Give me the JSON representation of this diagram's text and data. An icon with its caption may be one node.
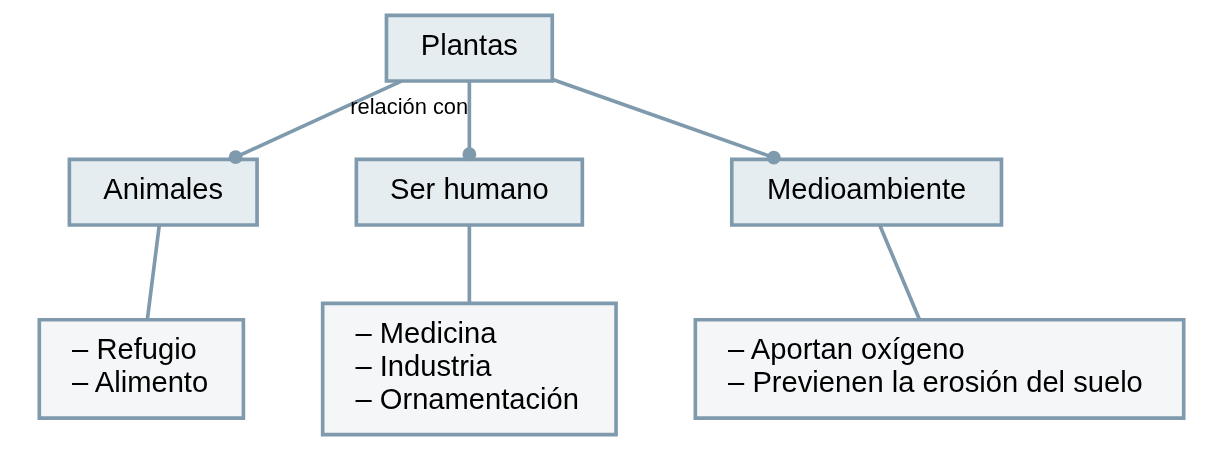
{
  "diagram": {
    "nodes": [
      {
        "text": [
          "Plantas"
        ]
      },
      {
        "text": [
          "Animales"
        ]
      },
      {
        "text": [
          "Ser humano"
        ]
      },
      {
        "text": [
          "Medioambiente"
        ]
      },
      {
        "text": [
          "– Refugio",
          "– Alimento"
        ]
      },
      {
        "text": [
          "– Medicina",
          "– Industria",
          "– Ornamentación"
        ]
      },
      {
        "text": [
          "– Aportan oxígeno",
          "– Previenen la erosión del suelo"
        ]
      }
    ],
    "edges": [
      {
        "from": 0,
        "to": 1,
        "arrow": "other"
      },
      {
        "from": 0,
        "to": 2,
        "arrow": "other",
        "label": "relación con"
      },
      {
        "from": 0,
        "to": 3,
        "arrow": "other"
      },
      {
        "from": 1,
        "to": 4,
        "arrow": "none"
      },
      {
        "from": 2,
        "to": 5,
        "arrow": "none"
      },
      {
        "from": 3,
        "to": 6,
        "arrow": "none"
      }
    ]
  }
}
